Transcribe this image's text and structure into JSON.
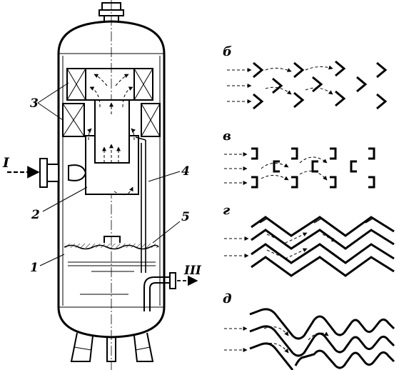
{
  "figure": {
    "labels": {
      "inlet": "I",
      "outlet": "III",
      "part1": "1",
      "part2": "2",
      "part3": "3",
      "part4": "4",
      "part5": "5"
    },
    "variants": {
      "b": "б",
      "v": "в",
      "g": "г",
      "d": "д"
    }
  }
}
